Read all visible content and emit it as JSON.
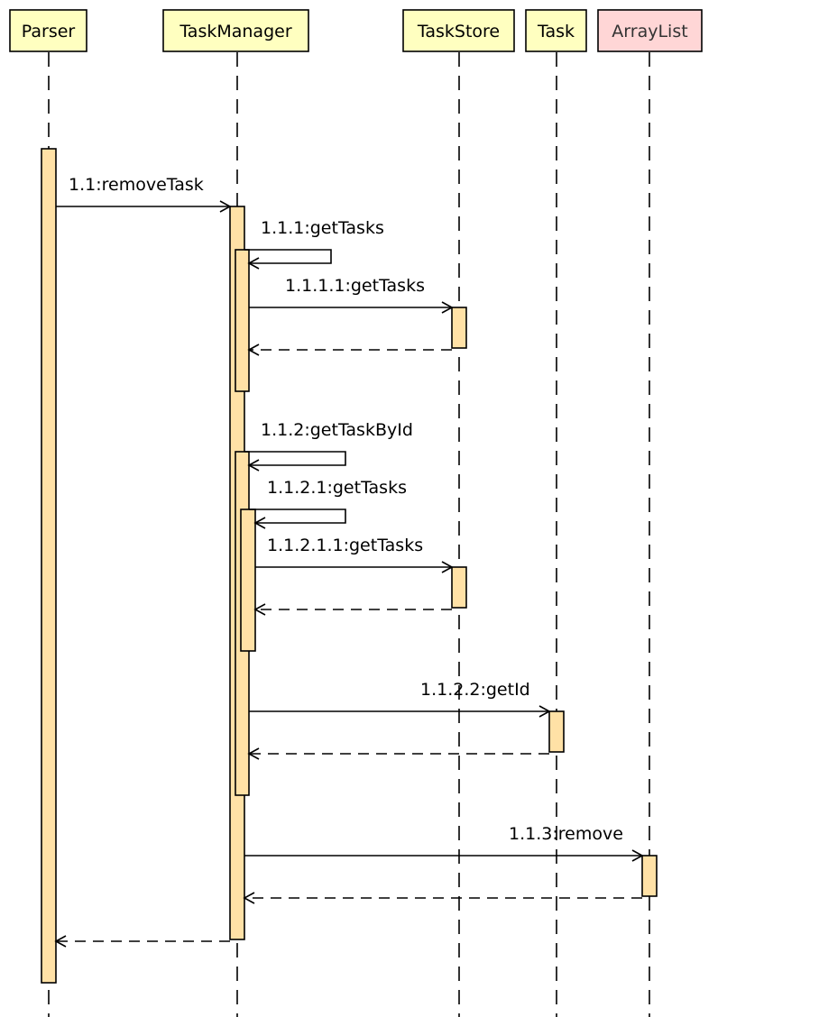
{
  "colors": {
    "participant_fill": "#ffffc0",
    "external_participant_fill": "#ffd6d6",
    "activation_fill": "#ffe1a6",
    "line": "#000000"
  },
  "participants": [
    {
      "id": "parser",
      "label": "Parser"
    },
    {
      "id": "taskmanager",
      "label": "TaskManager"
    },
    {
      "id": "taskstore",
      "label": "TaskStore"
    },
    {
      "id": "task",
      "label": "Task"
    },
    {
      "id": "arraylist",
      "label": "ArrayList"
    }
  ],
  "messages": [
    {
      "id": "m1",
      "label": "1.1:removeTask",
      "from": "Parser",
      "to": "TaskManager",
      "kind": "call"
    },
    {
      "id": "m2",
      "label": "1.1.1:getTasks",
      "from": "TaskManager",
      "to": "TaskManager",
      "kind": "self-call"
    },
    {
      "id": "m3",
      "label": "1.1.1.1:getTasks",
      "from": "TaskManager",
      "to": "TaskStore",
      "kind": "call"
    },
    {
      "id": "m4",
      "label": "1.1.2:getTaskById",
      "from": "TaskManager",
      "to": "TaskManager",
      "kind": "self-call"
    },
    {
      "id": "m5",
      "label": "1.1.2.1:getTasks",
      "from": "TaskManager",
      "to": "TaskManager",
      "kind": "self-call"
    },
    {
      "id": "m6",
      "label": "1.1.2.1.1:getTasks",
      "from": "TaskManager",
      "to": "TaskStore",
      "kind": "call"
    },
    {
      "id": "m7",
      "label": "1.1.2.2:getId",
      "from": "TaskManager",
      "to": "Task",
      "kind": "call"
    },
    {
      "id": "m8",
      "label": "1.1.3:remove",
      "from": "TaskManager",
      "to": "ArrayList",
      "kind": "call"
    }
  ]
}
